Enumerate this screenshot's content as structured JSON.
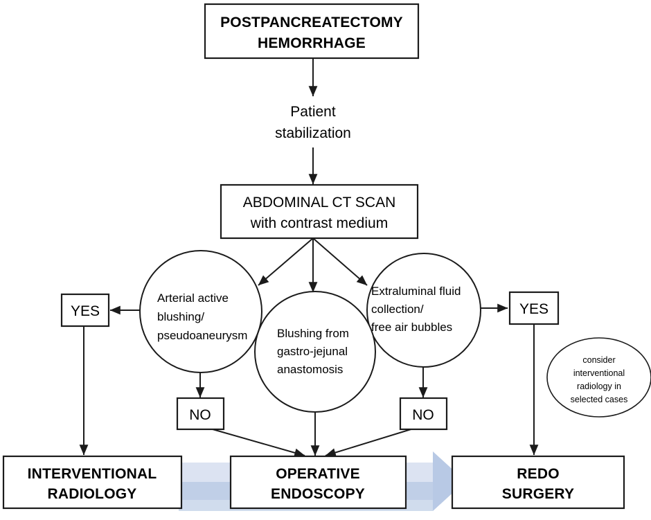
{
  "diagram": {
    "title": "Postpancreatectomy hemorrhage management algorithm",
    "colors": {
      "stroke": "#1b1b1b",
      "fill": "#ffffff",
      "arrow_light_blue": "#dce3f2",
      "arrow_mid_blue": "#aabfdf"
    }
  },
  "nodes": {
    "root": {
      "line1": "POSTPANCREATECTOMY",
      "line2": "HEMORRHAGE"
    },
    "stabilization": {
      "line1": "Patient",
      "line2": "stabilization"
    },
    "ct_scan": {
      "line1": "ABDOMINAL CT SCAN",
      "line2": "with contrast medium"
    },
    "finding_arterial": {
      "line1": "Arterial active",
      "line2": "blushing/",
      "line3": "pseudoaneurysm"
    },
    "finding_anastomosis": {
      "line1": "Blushing from",
      "line2": "gastro-jejunal",
      "line3": "anastomosis"
    },
    "finding_extraluminal": {
      "line1": "Extraluminal fluid",
      "line2": "collection/",
      "line3": "free air bubbles"
    },
    "note_consider": {
      "line1": "consider",
      "line2": "interventional",
      "line3": "radiology in",
      "line4": "selected cases"
    },
    "decision_yes_left": {
      "label": "YES"
    },
    "decision_yes_right": {
      "label": "YES"
    },
    "decision_no_left": {
      "label": "NO"
    },
    "decision_no_right": {
      "label": "NO"
    },
    "outcome_ir": {
      "line1": "INTERVENTIONAL",
      "line2": "RADIOLOGY"
    },
    "outcome_endoscopy": {
      "line1": "OPERATIVE",
      "line2": "ENDOSCOPY"
    },
    "outcome_redo": {
      "line1": "REDO",
      "line2": "SURGERY"
    }
  }
}
